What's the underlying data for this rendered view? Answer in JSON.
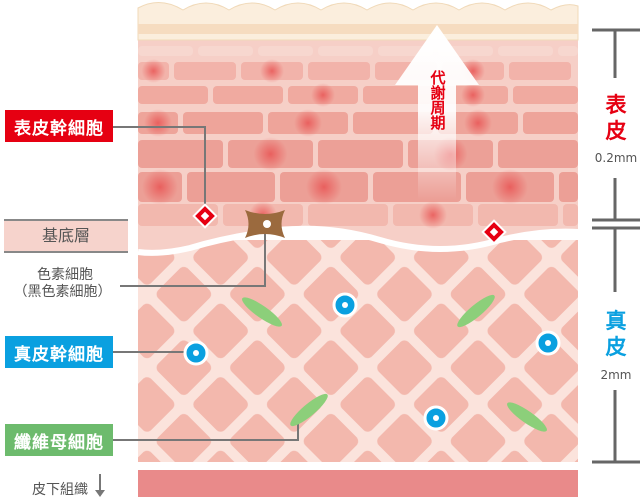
{
  "labels": {
    "epidermal_stem_cell": "表皮幹細胞",
    "basal_layer": "基底層",
    "melanocyte": "色素細胞",
    "melanocyte_sub": "（黑色素細胞）",
    "dermal_stem_cell": "真皮幹細胞",
    "fibroblast": "纖維母細胞",
    "subcutaneous": "皮下組織",
    "turnover": "代謝周期"
  },
  "scale": {
    "epidermis": "表皮",
    "epidermis_thickness": "0.2mm",
    "dermis": "真皮",
    "dermis_thickness": "2mm"
  },
  "colors": {
    "red": "#e60012",
    "blue": "#0aa0e0",
    "green": "#6dbb6d",
    "basal": "#f6d3cc"
  }
}
